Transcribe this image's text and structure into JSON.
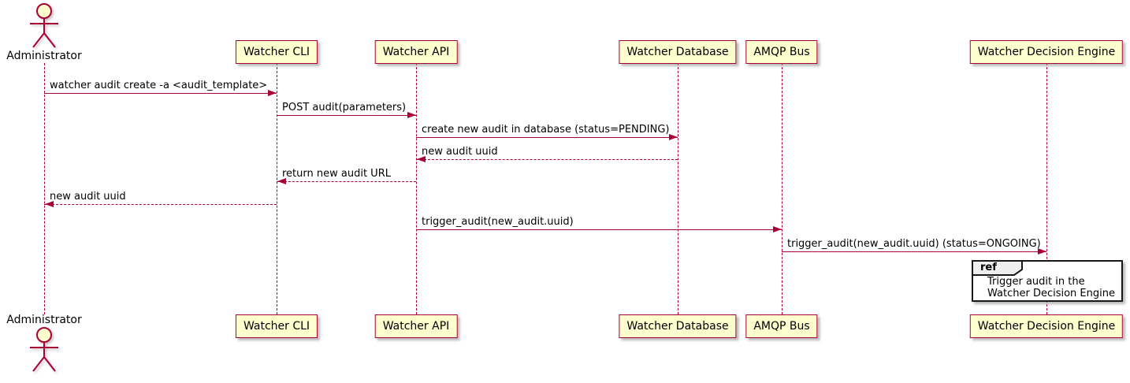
{
  "diagram_type": "uml-sequence-diagram",
  "colors": {
    "participant_fill": "#FEFECE",
    "participant_border": "#A80036",
    "arrow": "#A80036",
    "lifeline": "#A80036",
    "text": "#000000",
    "ref_fill": "#FFFFFF",
    "ref_border": "#181818",
    "ref_tag_fill": "#EEEEEE"
  },
  "actor": {
    "name": "Administrator"
  },
  "participants": [
    {
      "name": "Watcher CLI"
    },
    {
      "name": "Watcher API"
    },
    {
      "name": "Watcher Database"
    },
    {
      "name": "AMQP Bus"
    },
    {
      "name": "Watcher Decision Engine"
    }
  ],
  "messages": [
    {
      "label": "watcher audit create -a <audit_template>",
      "from": "Administrator",
      "to": "Watcher CLI",
      "line": "solid"
    },
    {
      "label": "POST audit(parameters)",
      "from": "Watcher CLI",
      "to": "Watcher API",
      "line": "solid"
    },
    {
      "label": "create new audit in database (status=PENDING)",
      "from": "Watcher API",
      "to": "Watcher Database",
      "line": "solid"
    },
    {
      "label": "new audit uuid",
      "from": "Watcher Database",
      "to": "Watcher API",
      "line": "dashed"
    },
    {
      "label": "return new audit URL",
      "from": "Watcher API",
      "to": "Watcher CLI",
      "line": "dashed"
    },
    {
      "label": "new audit uuid",
      "from": "Watcher CLI",
      "to": "Administrator",
      "line": "dashed"
    },
    {
      "label": "trigger_audit(new_audit.uuid)",
      "from": "Watcher API",
      "to": "AMQP Bus",
      "line": "solid"
    },
    {
      "label": "trigger_audit(new_audit.uuid) (status=ONGOING)",
      "from": "AMQP Bus",
      "to": "Watcher Decision Engine",
      "line": "solid"
    }
  ],
  "ref": {
    "keyword": "ref",
    "over": "Watcher Decision Engine",
    "line1": "Trigger audit in the",
    "line2": "Watcher Decision Engine"
  }
}
